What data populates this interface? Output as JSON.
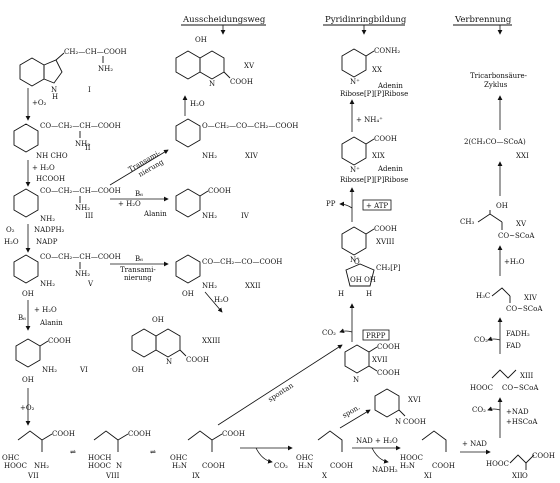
{
  "headers": {
    "excretion": "Ausscheidungsweg",
    "pyridine": "Pyridinringbildung",
    "combustion": "Verbrennung"
  },
  "compounds": {
    "I": "I",
    "II": "II",
    "III": "III",
    "IV": "IV",
    "V": "V",
    "VI": "VI",
    "VII": "VII",
    "VIII": "VIII",
    "IX": "IX",
    "X": "X",
    "XI": "XI",
    "XII": "XII",
    "XIII": "XIII",
    "XIV": "XIV",
    "XV": "XV",
    "XVI": "XVI",
    "XVII": "XVII",
    "XVIII": "XVIII",
    "XIX": "XIX",
    "XX": "XX",
    "XXI": "XXI",
    "XXII": "XXII",
    "XXIII": "XXIII",
    "XIII_r": "XIII",
    "XIV_r": "XIV",
    "XV_r": "XV"
  },
  "groups": {
    "trp_chain": "CH₂—CH—COOH",
    "nh2": "NH₂",
    "nh": "N",
    "h": "H",
    "kyn_chain": "CO—CH₂—CH—COOH",
    "nh_cho": "NH   CHO",
    "cooh": "COOH",
    "oh": "OH",
    "kyna_chain": "O—CH₂—CO—CH₂—COOH",
    "xa_chain": "CO—CH₂—CO—COOH",
    "conh2": "CONH₂",
    "adenin": "Adenin",
    "ribose": "Ribose[P][P]Ribose",
    "nplus": "N⁺",
    "n": "N",
    "ohc": "OHC",
    "hooc": "HOOC",
    "hoch": "HOCH",
    "h2n": "H₂N",
    "coch2": "CO~SCoA",
    "tca": "Tricarbonsäure-",
    "tca2": "Zyklus",
    "acetyl": "2(CH₃CO—SCoA)",
    "ch3": "H₃C",
    "ch3b": "CH₃",
    "ch2p": "CH₂[P]",
    "p2": "[P]",
    "ohoh": "OH OH",
    "c_atoms": "C",
    "o_ring": "O",
    "h_ring": "H"
  },
  "reagents": {
    "o2": "+O₂",
    "h2o_hcooh": "+ H₂O",
    "hcooh": "HCOOH",
    "o2_nadph": "NADPH₂",
    "o2_sym": "O₂",
    "h2o_nadp": "H₂O",
    "nadp": "NADP",
    "b6": "B₆",
    "h2o": "+ H₂O",
    "alanin": "Alanin",
    "b6_alanin": "B₆",
    "h2o_alanin": "+ H₂O",
    "alanin2": "Alanin",
    "transam1": "Transami-",
    "transam1b": "nierung",
    "transam2": "Transami-",
    "transam2b": "nierung",
    "h2o_xv": "H₂O",
    "h2o_xxiii": "H₂O",
    "o2_vii": "+O₂",
    "co2_ix": "CO₂",
    "spontan": "spontan",
    "spon": "spon.",
    "nad_h2o": "NAD + H₂O",
    "nadh2": "NADH₂",
    "nad_xi": "+ NAD",
    "atp": "+ ATP",
    "ppi": "PP",
    "prpp": "PRPP",
    "co2_prpp": "CO₂",
    "nh4": "+ NH₄⁺",
    "h2o_r": "+H₂O",
    "fadh2": "FADH₂",
    "fad": "FAD",
    "co2_r1": "CO₂",
    "co2_r2": "CO₂",
    "nad_r": "+NAD",
    "hscoa": "+HSCoA"
  }
}
